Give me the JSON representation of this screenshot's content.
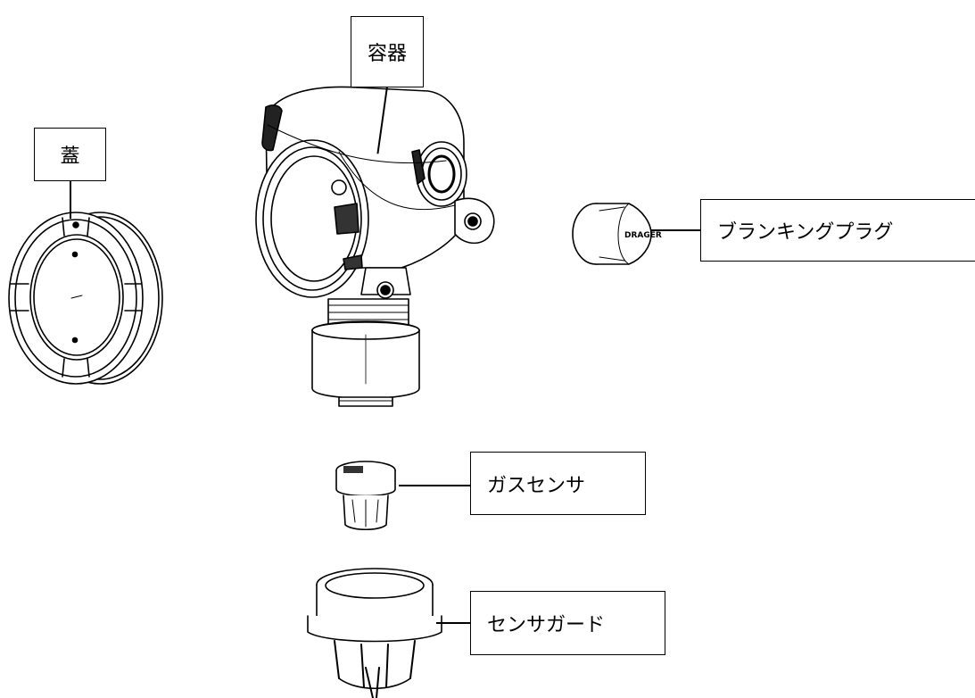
{
  "labels": {
    "lid": "蓋",
    "housing": "容器",
    "blanking_plug": "ブランキングプラグ",
    "gas_sensor": "ガスセンサ",
    "sensor_guard": "センサガード"
  },
  "plug_marking": "DRAGER"
}
